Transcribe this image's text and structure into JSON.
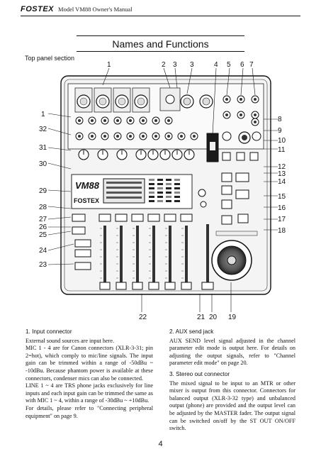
{
  "header": {
    "brand": "FOSTEX",
    "manual_title": "Model VM88  Owner's Manual"
  },
  "page_title": "Names and Functions",
  "section_label": "Top panel section",
  "device": {
    "model_badge": "VM88",
    "logo": "FOSTEX"
  },
  "callouts": {
    "top": [
      "1",
      "2",
      "3",
      "3",
      "4",
      "5",
      "6",
      "7"
    ],
    "left": [
      "1",
      "32",
      "31",
      "30",
      "29",
      "28",
      "27",
      "26",
      "25",
      "24",
      "23"
    ],
    "right": [
      "8",
      "9",
      "10",
      "11",
      "12",
      "13",
      "14",
      "15",
      "16",
      "17",
      "18"
    ],
    "bottom": [
      "22",
      "21",
      "20",
      "19"
    ]
  },
  "descriptions": [
    {
      "heading": "1. Input connector",
      "paragraphs": [
        "External sound sources are input here.",
        "MIC 1 - 4 are for Canon connectors (XLR-3-31; pin 2=hot), which comply to mic/line signals. The input gain can be trimmed within a range of -50dBu ~ -10dBu. Because phantom power is available at these connectors, condenser mics can also be connected.",
        "LINE 1 ~ 4 are TRS phone jacks exclusively for line inputs and each input gain can be trimmed the same as with MIC 1 ~ 4, within a range of -30dBu ~ +10dBu.",
        "For details, please refer to \"Connecting peripheral equipment\" on page 9."
      ]
    },
    {
      "heading": "2. AUX send jack",
      "paragraphs": [
        "AUX SEND level signal adjusted in the channel parameter edit mode is output here. For details on adjusting the output signals, refer to \"Channel parameter edit mode\" on page 20."
      ]
    },
    {
      "heading": "3. Stereo out connector",
      "paragraphs": [
        "The mixed signal to be input to an MTR or other mixer is output from this connector. Connectors for balanced output (XLR-3-32 type) and unbalanced output (phone) are provided and the output level can be adjusted by the MASTER fader. The output signal can be switched on/off by the ST OUT ON/OFF switch."
      ]
    }
  ],
  "page_number": "4",
  "colors": {
    "ink": "#111111",
    "panel": "#f6f6f6",
    "panel_dark": "#1a1a1a"
  }
}
